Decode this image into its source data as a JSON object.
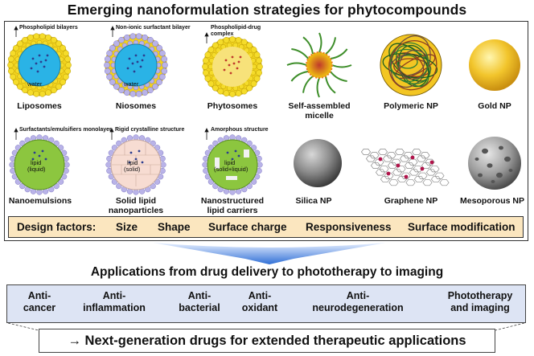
{
  "title": "Emerging nanoformulation strategies for phytocompounds",
  "annotations": {
    "phospholipid_bilayers": "Phospholipid bilayers",
    "nonionic_bilayer": "Non-ionic surfactant bilayer",
    "phospholipid_drug_1": "Phospholipid-drug",
    "phospholipid_drug_2": "complex",
    "surfactant_monolayer": "Surfactants/emulsifiers monolayer",
    "rigid_structure": "Rigid crystalline structure",
    "amorphous_structure": "Amorphous structure"
  },
  "inner_text": {
    "water1": "water",
    "water2": "water",
    "lipid_liquid_1": "lipid",
    "lipid_liquid_2": "(liquid)",
    "lipid_solid_1": "lipid",
    "lipid_solid_2": "(solid)",
    "lipid_mixed_1": "lipid",
    "lipid_mixed_2": "(solid+liquid)"
  },
  "particles": {
    "liposomes": "Liposomes",
    "niosomes": "Niosomes",
    "phytosomes": "Phytosomes",
    "micelle_1": "Self-assembled",
    "micelle_2": "micelle",
    "polymeric": "Polymeric NP",
    "gold": "Gold NP",
    "nanoemulsions": "Nanoemulsions",
    "sln_1": "Solid lipid",
    "sln_2": "nanoparticles",
    "nlc_1": "Nanostructured",
    "nlc_2": "lipid carriers",
    "silica": "Silica NP",
    "graphene": "Graphene NP",
    "mesoporous": "Mesoporous NP"
  },
  "design": {
    "label": "Design factors:",
    "items": [
      "Size",
      "Shape",
      "Surface charge",
      "Responsiveness",
      "Surface modification"
    ]
  },
  "applications": {
    "title": "Applications from drug delivery to phototherapy to imaging",
    "items": [
      {
        "line1": "Anti-",
        "line2": "cancer"
      },
      {
        "line1": "Anti-",
        "line2": "inflammation"
      },
      {
        "line1": "Anti-",
        "line2": "bacterial"
      },
      {
        "line1": "Anti-",
        "line2": "oxidant"
      },
      {
        "line1": "Anti-",
        "line2": "neurodegeneration"
      },
      {
        "line1": "Phototherapy",
        "line2": "and imaging"
      }
    ]
  },
  "conclusion": "→ Next-generation drugs for extended therapeutic applications",
  "colors": {
    "water_core": "#2ab3e6",
    "lipid_core": "#8cc63f",
    "lipid_head": "#f2d21c",
    "solid_lipid": "#f7dcd2",
    "design_bg": "#fbe6bf",
    "apps_bg": "#dde4f4",
    "arrow_blue": "#2f6fd6",
    "head_lavender": "#b9b3e8"
  }
}
